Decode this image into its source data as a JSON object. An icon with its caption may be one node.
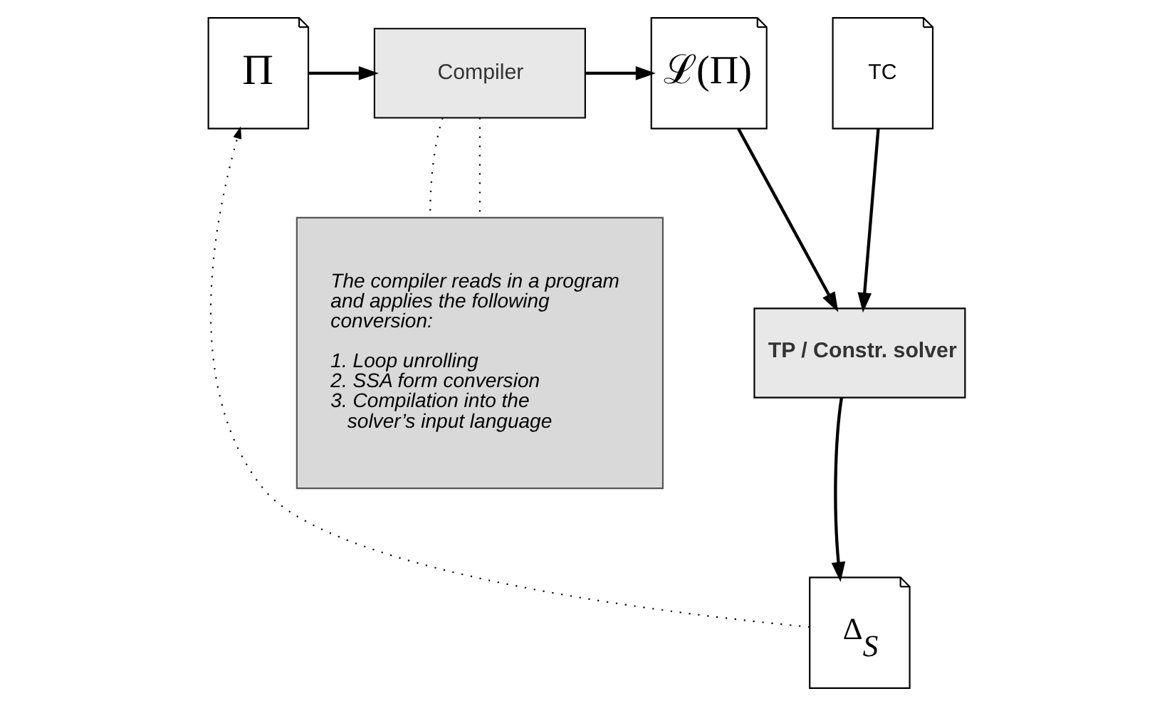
{
  "diagram": {
    "nodes": [
      {
        "text": [
          "Π"
        ]
      },
      {
        "text": [
          "Compiler"
        ]
      },
      {
        "text": [
          "ℒ(Π)"
        ]
      },
      {
        "text": [
          "TC"
        ]
      },
      {
        "text": [
          "TP / Constr. solver"
        ]
      },
      {
        "text": [
          "Δ$_{S}$"
        ]
      },
      {
        "text": [
          "The compiler reads in a program and applies the following conversion:",
          "1. Loop unrolling",
          "2. SSA form conversion",
          "3. Compilation into the solver’s input language"
        ]
      }
    ],
    "edges": [
      {
        "from": 0,
        "to": 1,
        "arrow": "to"
      },
      {
        "from": 1,
        "to": 2,
        "arrow": "to"
      },
      {
        "from": 2,
        "to": 4,
        "arrow": "to"
      },
      {
        "from": 3,
        "to": 4,
        "arrow": "to"
      },
      {
        "from": 4,
        "to": 5,
        "arrow": "to"
      },
      {
        "from": 5,
        "to": 0,
        "arrow": "to",
        "style": "dashed"
      },
      {
        "from": 1,
        "to": 6,
        "arrow": "none",
        "style": "dashed"
      },
      {
        "from": 1,
        "to": 6,
        "arrow": "none",
        "style": "dashed"
      }
    ]
  }
}
